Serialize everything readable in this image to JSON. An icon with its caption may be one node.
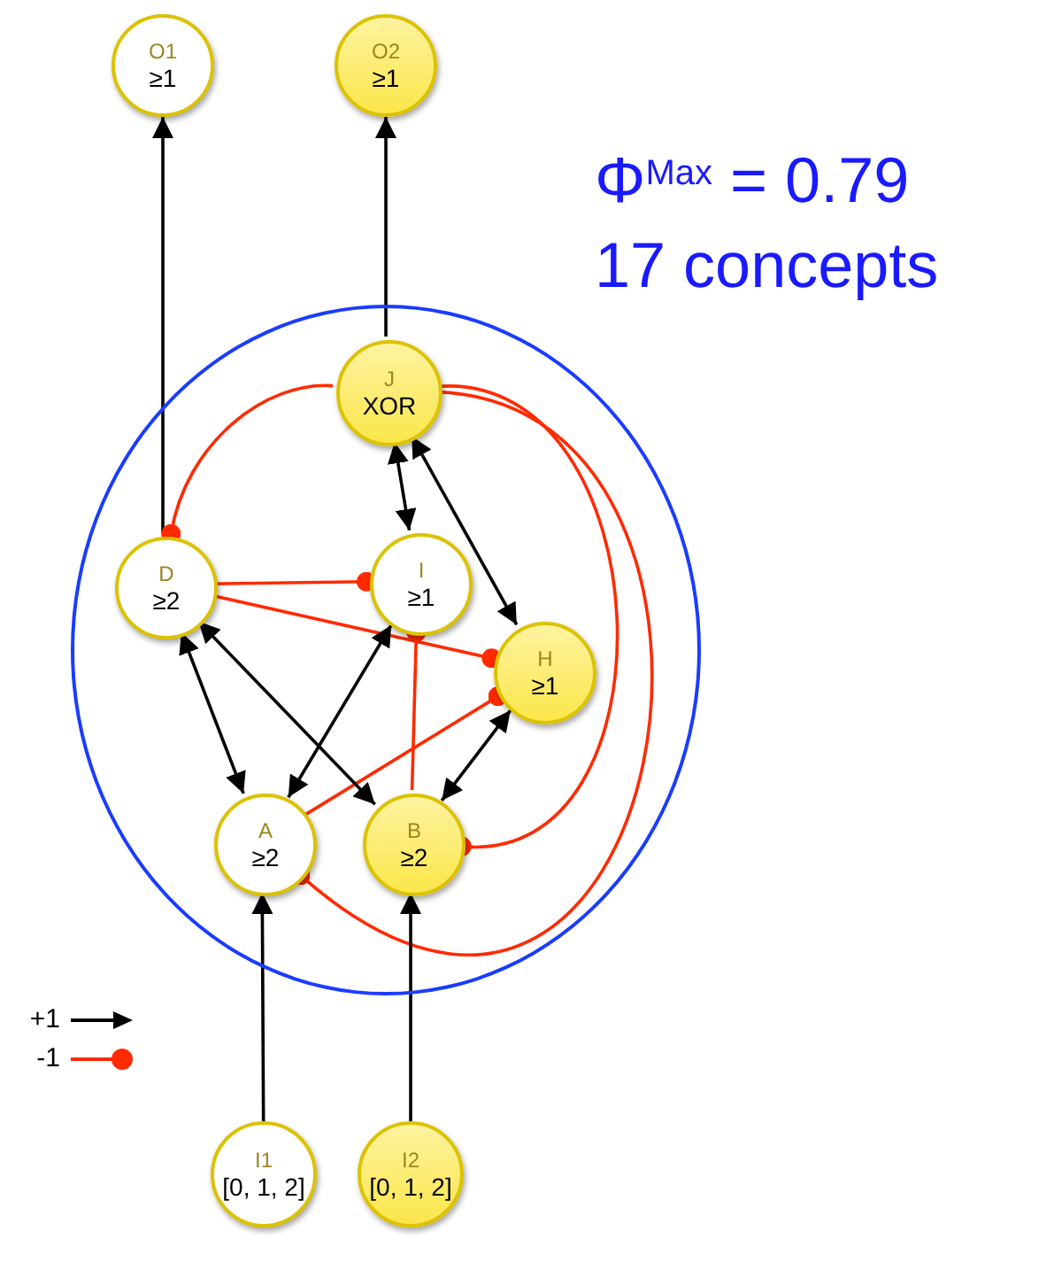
{
  "diagram": {
    "nodes": [
      {
        "text": [
          "O1",
          "≥1"
        ]
      },
      {
        "text": [
          "O2",
          "≥1"
        ]
      },
      {
        "text": [],
        "shape": "ellipse"
      },
      {
        "text": [
          "J",
          "XOR"
        ],
        "in": 2
      },
      {
        "text": [
          "D",
          "≥2"
        ],
        "in": 2
      },
      {
        "text": [
          "I",
          "≥1"
        ],
        "in": 2
      },
      {
        "text": [
          "H",
          "≥1"
        ],
        "in": 2
      },
      {
        "text": [
          "A",
          "≥2"
        ],
        "in": 2
      },
      {
        "text": [
          "B",
          "≥2"
        ],
        "in": 2
      },
      {
        "text": [
          "I1",
          "[0, 1, 2]"
        ]
      },
      {
        "text": [
          "I2",
          "[0, 1, 2]"
        ]
      }
    ],
    "edges": [
      {
        "from": 4,
        "to": 0,
        "arrow": "to"
      },
      {
        "from": 3,
        "to": 1,
        "arrow": "to"
      },
      {
        "from": 3,
        "to": 5,
        "arrow": "both"
      },
      {
        "from": 3,
        "to": 6,
        "arrow": "both"
      },
      {
        "from": 3,
        "to": 4,
        "arrow": "other",
        "color": "#ff2a00"
      },
      {
        "from": 3,
        "to": 8,
        "arrow": "other",
        "color": "#ff2a00"
      },
      {
        "from": 3,
        "to": 7,
        "arrow": "other",
        "color": "#ff2a00"
      },
      {
        "from": 4,
        "to": 5,
        "arrow": "other",
        "color": "#ff2a00"
      },
      {
        "from": 4,
        "to": 6,
        "arrow": "other",
        "color": "#ff2a00"
      },
      {
        "from": 7,
        "to": 6,
        "arrow": "other",
        "color": "#ff2a00"
      },
      {
        "from": 8,
        "to": 5,
        "arrow": "other",
        "color": "#ff2a00"
      },
      {
        "from": 4,
        "to": 7,
        "arrow": "both"
      },
      {
        "from": 4,
        "to": 8,
        "arrow": "both"
      },
      {
        "from": 7,
        "to": 5,
        "arrow": "both"
      },
      {
        "from": 6,
        "to": 8,
        "arrow": "both"
      },
      {
        "from": 9,
        "to": 7,
        "arrow": "to"
      },
      {
        "from": 10,
        "to": 8,
        "arrow": "to"
      }
    ],
    "labels": [
      "Φ$^{Max}$ = 0.79",
      "17 concepts"
    ],
    "legend": [
      {
        "text": "+1"
      },
      {
        "text": "-1"
      }
    ]
  }
}
